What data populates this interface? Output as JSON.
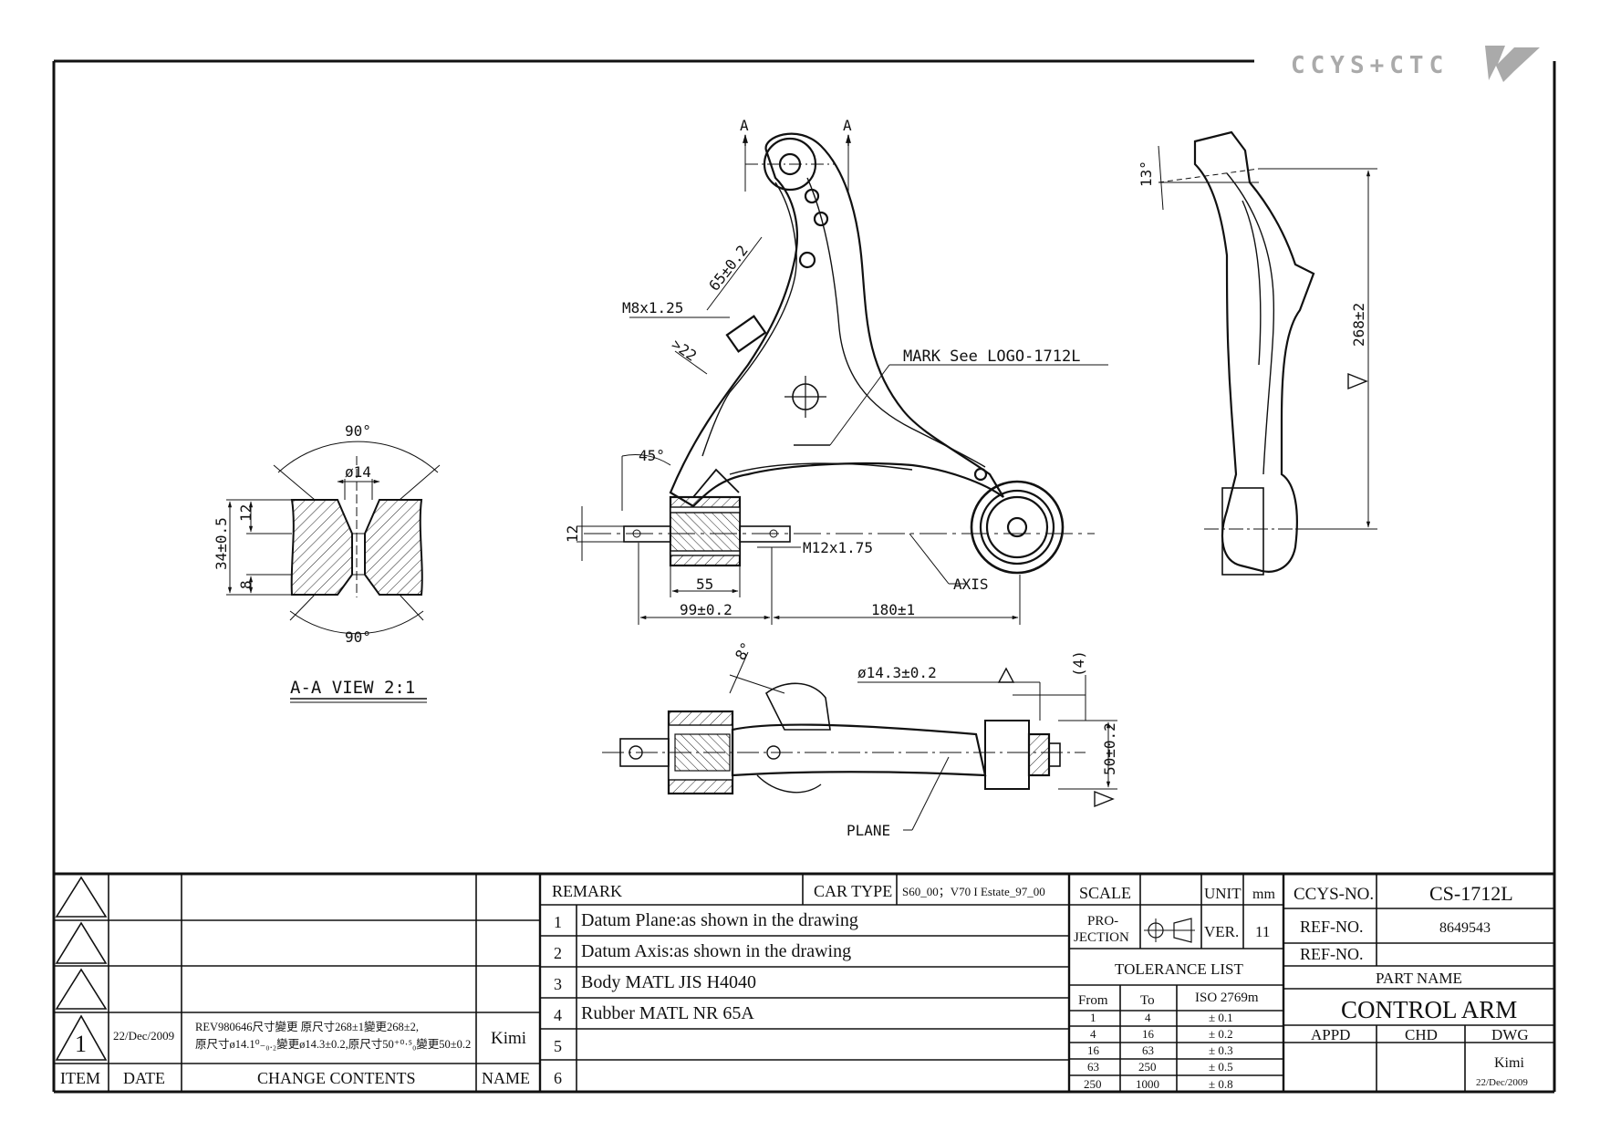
{
  "brand": {
    "text": "CCYS+CTC"
  },
  "drawing": {
    "section_markers": [
      "A",
      "A"
    ],
    "callouts": {
      "thread_m8": "M8x1.25",
      "dim_65": "65±0.2",
      "dim_22": ">22",
      "mark": "MARK See LOGO-1712L",
      "angle_45": "45°",
      "dim_12": "12",
      "thread_m12": "M12x1.75",
      "axis": "AXIS",
      "dim_55": "55",
      "dim_99": "99±0.2",
      "dim_180": "180±1",
      "angle_13": "13°",
      "dim_268": "268±2",
      "angle_8": "8°",
      "dia_14_3": "ø14.3±0.2",
      "dim_4": "(4)",
      "dim_50": "50±0.2",
      "plane": "PLANE"
    },
    "aa_view": {
      "angle_top": "90°",
      "dia": "ø14",
      "dim_12": "12",
      "dim_34": "34±0.5",
      "dim_8": "8",
      "angle_bottom": "90°",
      "title": "A-A VIEW 2:1"
    }
  },
  "title_block": {
    "revisions": {
      "headers": {
        "item": "ITEM",
        "date": "DATE",
        "contents": "CHANGE CONTENTS",
        "name": "NAME"
      },
      "rows": [
        {
          "item": "",
          "date": "",
          "contents_1": "",
          "contents_2": "",
          "name": ""
        },
        {
          "item": "",
          "date": "",
          "contents_1": "",
          "contents_2": "",
          "name": ""
        },
        {
          "item": "",
          "date": "",
          "contents_1": "",
          "contents_2": "",
          "name": ""
        },
        {
          "item": "1",
          "date": "22/Dec/2009",
          "contents_1": "REV980646尺寸變更 原尺寸268±1變更268±2,",
          "contents_2": "原尺寸ø14.1⁰₋₀.₂變更ø14.3±0.2,原尺寸50⁺⁰·⁵₀變更50±0.2",
          "name": "Kimi"
        }
      ]
    },
    "remarks": {
      "label": "REMARK",
      "car_type_label": "CAR TYPE",
      "car_type_value": "S60_00；V70 I Estate_97_00",
      "items": [
        {
          "no": "1",
          "text": "Datum Plane:as shown in the drawing"
        },
        {
          "no": "2",
          "text": "Datum Axis:as shown in the drawing"
        },
        {
          "no": "3",
          "text": "Body MATL JIS H4040"
        },
        {
          "no": "4",
          "text": "Rubber MATL NR 65A"
        },
        {
          "no": "5",
          "text": ""
        },
        {
          "no": "6",
          "text": ""
        }
      ]
    },
    "scale_label": "SCALE",
    "scale_value": "",
    "unit_label": "UNIT",
    "unit_value": "mm",
    "projection_label_1": "PRO-",
    "projection_label_2": "JECTION",
    "ver_label": "VER.",
    "ver_value": "11",
    "tolerance": {
      "title": "TOLERANCE LIST",
      "headers": [
        "From",
        "To",
        "ISO 2769m"
      ],
      "rows": [
        [
          "1",
          "4",
          "± 0.1"
        ],
        [
          "4",
          "16",
          "± 0.2"
        ],
        [
          "16",
          "63",
          "± 0.3"
        ],
        [
          "63",
          "250",
          "± 0.5"
        ],
        [
          "250",
          "1000",
          "± 0.8"
        ]
      ]
    },
    "ccys_no_label": "CCYS-NO.",
    "ccys_no_value": "CS-1712L",
    "ref_no_1_label": "REF-NO.",
    "ref_no_1_value": "8649543",
    "ref_no_2_label": "REF-NO.",
    "ref_no_2_value": "",
    "part_name_label": "PART NAME",
    "part_name_value": "CONTROL ARM",
    "appd_label": "APPD",
    "chd_label": "CHD",
    "dwg_label": "DWG",
    "dwg_name": "Kimi",
    "dwg_date": "22/Dec/2009"
  }
}
